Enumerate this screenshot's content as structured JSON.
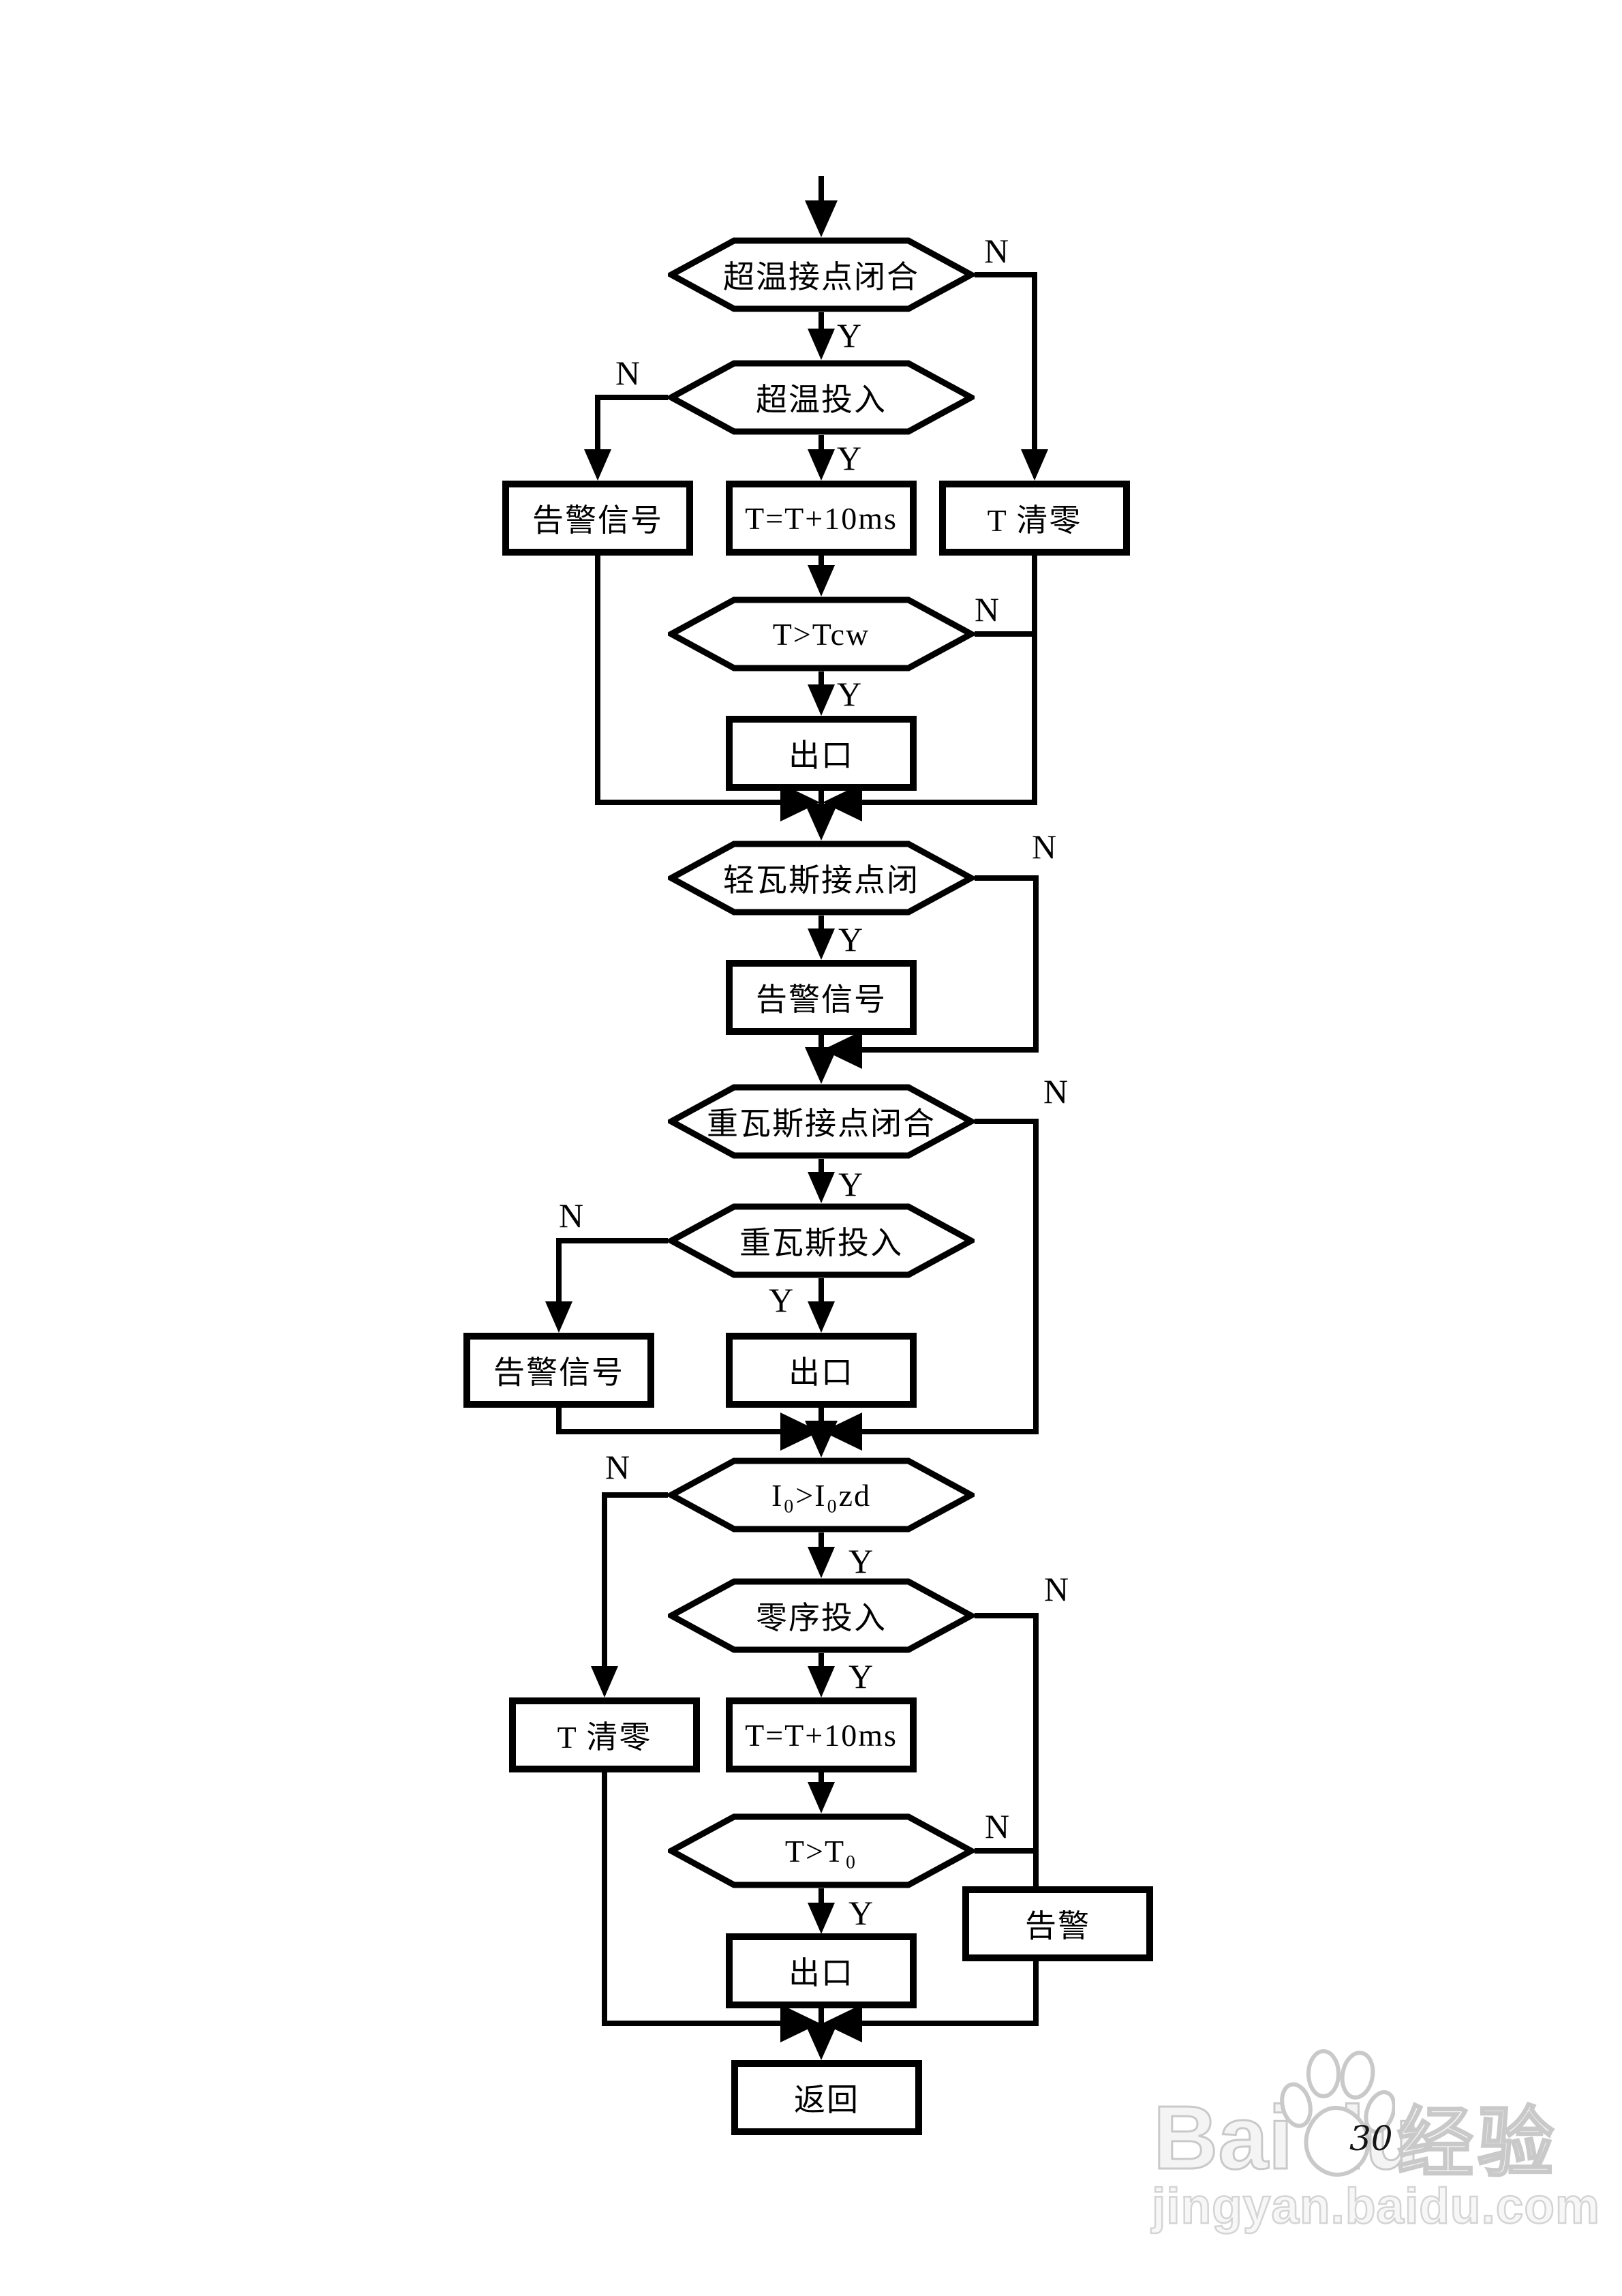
{
  "page": {
    "background": "#ffffff",
    "ink_color": "#000000",
    "page_number": "30"
  },
  "watermark": {
    "brand_left": "Bai",
    "brand_right": "du",
    "brand_cn": "经验",
    "url": "jingyan.baidu.com",
    "outline_color": "#c9c9c9",
    "paw_icon": "baidu-paw"
  },
  "flowchart": {
    "decisions": {
      "hx1": "超温接点闭合",
      "hx2": "超温投入",
      "hx3": "T>Tcw",
      "hx4": "轻瓦斯接点闭",
      "hx5": "重瓦斯接点闭合",
      "hx6": "重瓦斯投入",
      "hx7": "I₀>I₀zd",
      "hx8": "零序投入",
      "hx9": "T>T₀"
    },
    "processes": {
      "b1": "告警信号",
      "b2": "T=T+10ms",
      "b3": "T 清零",
      "b4": "出口",
      "b5": "告警信号",
      "b6": "告警信号",
      "b7": "出口",
      "b8": "T 清零",
      "b9": "T=T+10ms",
      "b10": "告警",
      "b11": "出口",
      "b12": "返回"
    },
    "branch_labels": {
      "y1": "Y",
      "n1": "N",
      "y2": "Y",
      "n2": "N",
      "y3": "Y",
      "n3": "N",
      "y4": "Y",
      "n4": "N",
      "y5": "Y",
      "n5": "N",
      "y6": "Y",
      "n6": "N",
      "y7": "Y",
      "n7": "N",
      "y8": "Y",
      "n8": "N",
      "y9": "Y",
      "n9": "N"
    }
  }
}
